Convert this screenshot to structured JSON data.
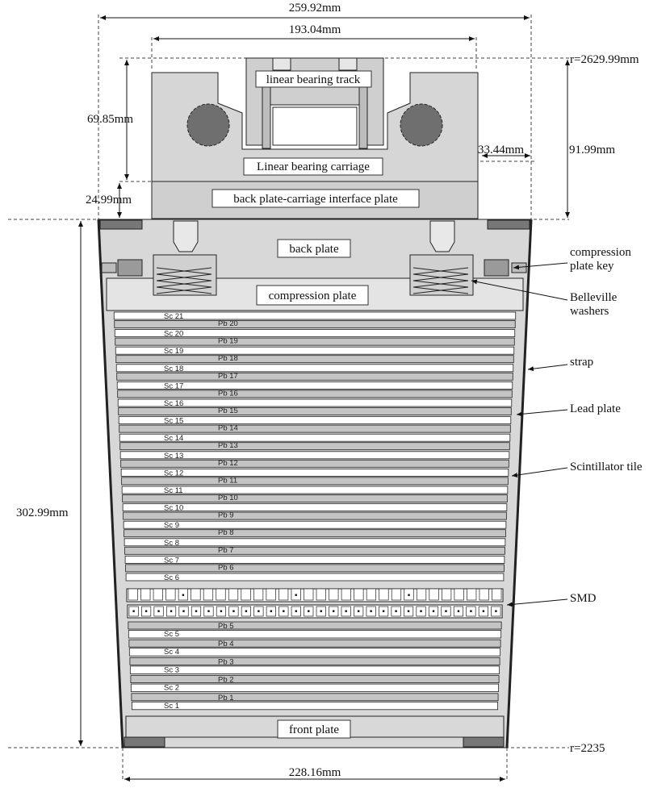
{
  "colors": {
    "body_gray": "#d6d6d6",
    "dark_gray": "#777777",
    "mid_gray": "#b8b8b8",
    "lead": "#c4c4c4",
    "scint": "#ffffff",
    "line": "#222222"
  },
  "dimensions": {
    "top_width": "259.92mm",
    "carriage_width": "193.04mm",
    "bearing_height": "69.85mm",
    "interface_height": "24.99mm",
    "overall_height": "302.99mm",
    "side_gap": "33.44mm",
    "top_height": "91.99mm",
    "bottom_width": "228.16mm",
    "r_outer": "r=2629.99mm",
    "r_inner": "r=2235"
  },
  "boxes": {
    "bearing_track": "linear bearing track",
    "bearing_carriage": "Linear bearing carriage",
    "interface_plate": "back plate-carriage interface plate",
    "back_plate": "back plate",
    "compression_plate": "compression plate",
    "front_plate": "front plate"
  },
  "callouts": {
    "compression_key": [
      "compression",
      "plate key"
    ],
    "belleville": [
      "Belleville",
      "washers"
    ],
    "strap": "strap",
    "lead_plate": "Lead plate",
    "scint_tile": "Scintillator tile",
    "smd": "SMD"
  },
  "layers": {
    "scint_upper": [
      "Sc 21",
      "Sc 20",
      "Sc 19",
      "Sc 18",
      "Sc 17",
      "Sc 16",
      "Sc 15",
      "Sc 14",
      "Sc 13",
      "Sc 12",
      "Sc 11",
      "Sc 10",
      "Sc 9",
      "Sc 8",
      "Sc 7",
      "Sc 6"
    ],
    "lead_upper": [
      "Pb 20",
      "Pb 19",
      "Pb 18",
      "Pb 17",
      "Pb 16",
      "Pb 15",
      "Pb 14",
      "Pb 13",
      "Pb 12",
      "Pb 11",
      "Pb 10",
      "Pb 9",
      "Pb 8",
      "Pb 7",
      "Pb 6"
    ],
    "lead_lower": [
      "Pb 5",
      "Pb 4",
      "Pb 3",
      "Pb 2",
      "Pb 1"
    ],
    "scint_lower": [
      "Sc 5",
      "Sc 4",
      "Sc 3",
      "Sc 2",
      "Sc 1"
    ]
  }
}
